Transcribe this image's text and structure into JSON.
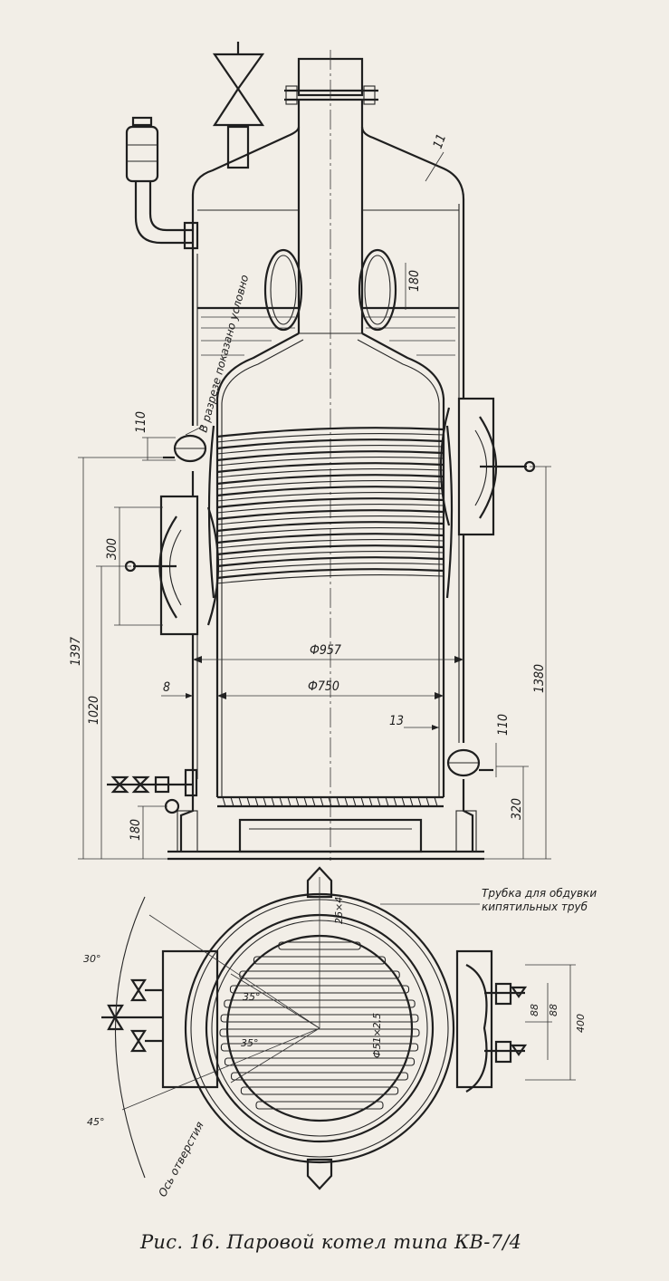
{
  "caption": "Рис. 16. Паровой котел типа КВ-7/4",
  "side_view": {
    "note_section": "В разрезе показано условно",
    "dims": {
      "shell_thickness_top": "11",
      "water_level": "180",
      "hole_top_left": "110",
      "manhole_left": "300",
      "total_height": "1397",
      "manhole_height": "1020",
      "outer_diameter": "Ф957",
      "inner_diameter": "Ф750",
      "shell_wall": "8",
      "firebox_wall": "13",
      "hole_bottom_right": "110",
      "bottom_offset_right": "320",
      "base_height": "180",
      "height_right": "1380"
    }
  },
  "plan_view": {
    "note_tube": "Трубка для обдувки кипятильных труб",
    "note_axis": "Ось отверстия",
    "dims": {
      "angle_30": "30°",
      "angle_45": "45°",
      "angle_35a": "35°",
      "angle_35b": "35°",
      "tube_size": "Ф51×2,5",
      "tube_spec_top": "26×4",
      "spacing_a": "88",
      "spacing_b": "88",
      "width_400": "400"
    }
  }
}
